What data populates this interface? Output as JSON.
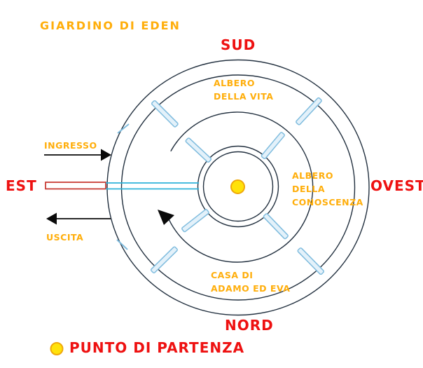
{
  "title": "GIARDINO DI EDEN",
  "compass": {
    "top": "SUD",
    "bottom": "NORD",
    "left": "EST",
    "right": "OVEST"
  },
  "areas": {
    "tree_of_life_line1": "ALBERO",
    "tree_of_life_line2": "DELLA VITA",
    "tree_of_knowledge_line1": "ALBERO",
    "tree_of_knowledge_line2": "DELLA",
    "tree_of_knowledge_line3": "CONOSCENZA",
    "house_line1": "CASA DI",
    "house_line2": "ADAMO ED EVA"
  },
  "entrance_label": "INGRESSO",
  "exit_label": "USCITA",
  "legend": {
    "marker": "start-point-dot",
    "label": "PUNTO DI PARTENZA"
  },
  "colors": {
    "label_orange": "#FFAE0B",
    "compass_red": "#EE1111",
    "wall_line": "#22303F",
    "path_blue_light": "#7FBCDE",
    "corridor_cyan": "#2FB3D9",
    "corridor_red": "#C5332B",
    "start_dot_fill": "#FFE20A",
    "start_dot_stroke": "#EFA80A",
    "arrow_black": "#0A0A0A"
  }
}
